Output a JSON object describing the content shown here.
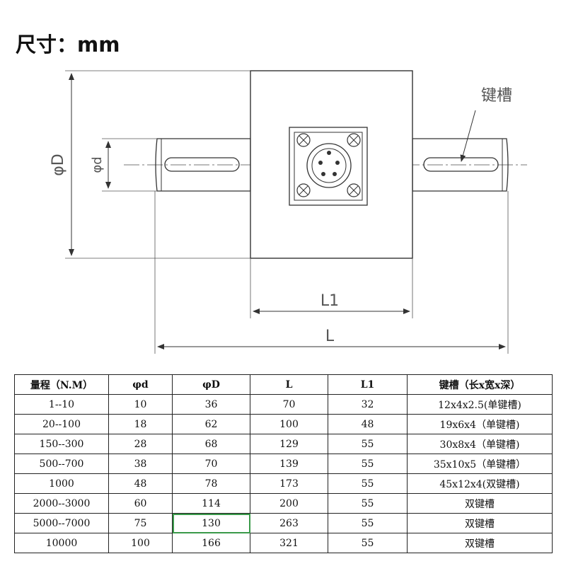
{
  "title": "尺寸：mm",
  "drawing": {
    "label_keyway": "键槽",
    "label_phiD": "φD",
    "label_phid": "φd",
    "label_L1": "L1",
    "label_L": "L"
  },
  "table": {
    "headers": [
      "量程（N.M）",
      "φd",
      "φD",
      "L",
      "L1",
      "键槽（长x宽x深）"
    ],
    "rows": [
      [
        "1--10",
        "10",
        "36",
        "70",
        "32",
        "12x4x2.5(单键槽)"
      ],
      [
        "20--100",
        "18",
        "62",
        "100",
        "48",
        "19x6x4（单键槽)"
      ],
      [
        "150--300",
        "28",
        "68",
        "129",
        "55",
        "30x8x4（单键槽)"
      ],
      [
        "500--700",
        "38",
        "70",
        "139",
        "55",
        "35x10x5（单键槽）"
      ],
      [
        "1000",
        "48",
        "78",
        "173",
        "55",
        "45x12x4(双键槽)"
      ],
      [
        "2000--3000",
        "60",
        "114",
        "200",
        "55",
        "双键槽"
      ],
      [
        "5000--7000",
        "75",
        "130",
        "263",
        "55",
        "双键槽"
      ],
      [
        "10000",
        "100",
        "166",
        "321",
        "55",
        "双键槽"
      ]
    ],
    "highlight_color": "#3a9a4a"
  }
}
